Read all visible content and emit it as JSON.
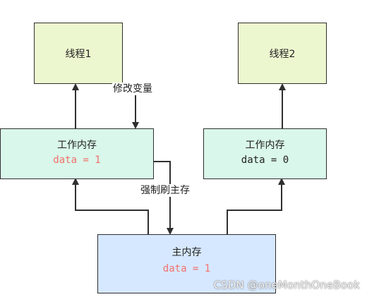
{
  "threads": [
    {
      "label": "线程1"
    },
    {
      "label": "线程2"
    }
  ],
  "working_memory": [
    {
      "label": "工作内存",
      "value": "data = 1"
    },
    {
      "label": "工作内存",
      "value": "data = 0"
    }
  ],
  "main_memory": {
    "label": "主内存",
    "value": "data = 1"
  },
  "edges": {
    "modify_variable": "修改变量",
    "force_flush": "强制刷主存"
  },
  "watermark": "CSDN @oneMonthOneBook",
  "colors": {
    "thread_fill": "#edf7cf",
    "working_fill": "#d9f7ea",
    "main_fill": "#d6e8ff",
    "highlight_value": "#f2706d"
  }
}
